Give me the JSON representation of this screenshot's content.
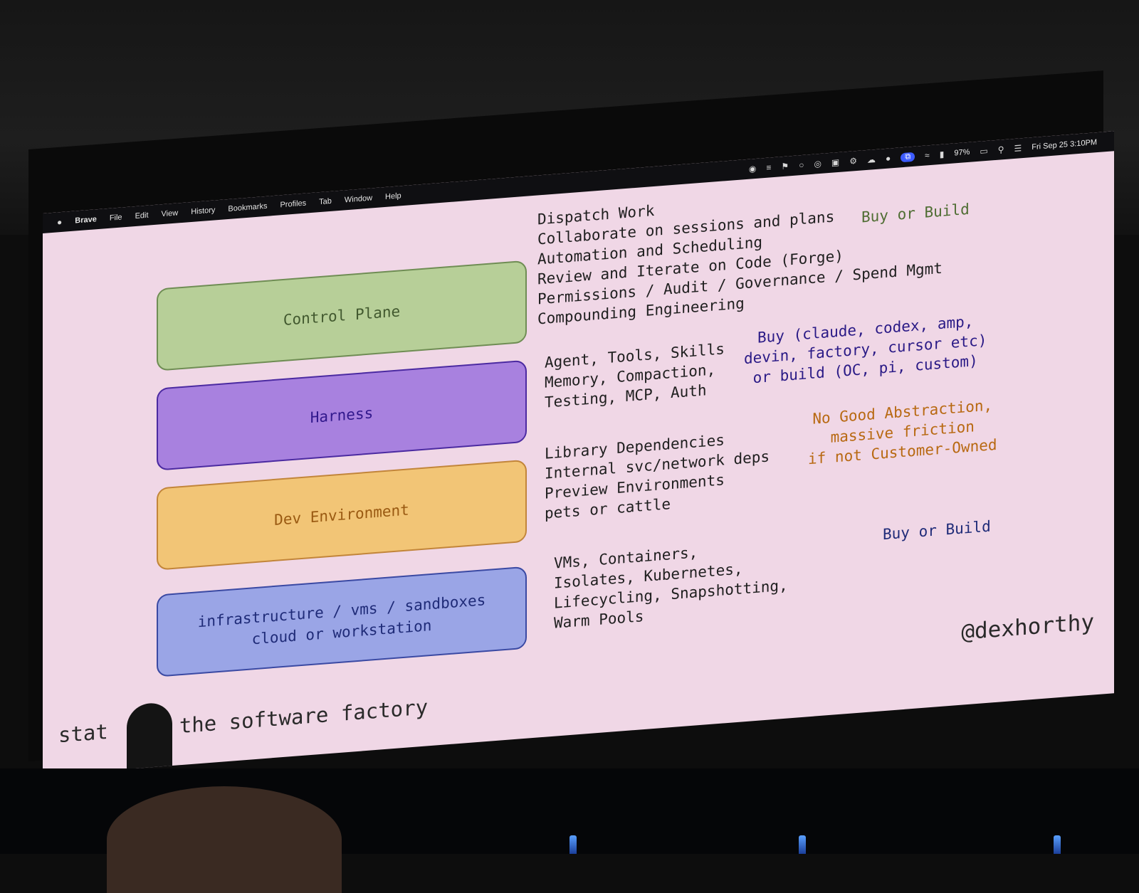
{
  "menubar": {
    "apple_icon": "apple-icon",
    "items": [
      "Brave",
      "File",
      "Edit",
      "View",
      "History",
      "Bookmarks",
      "Profiles",
      "Tab",
      "Window",
      "Help"
    ],
    "status_icons": [
      "status-icon",
      "status-icon",
      "status-icon",
      "status-icon",
      "status-icon",
      "status-icon",
      "status-icon",
      "status-icon",
      "status-icon",
      "screen-share-icon",
      "wifi-icon",
      "bar-icon"
    ],
    "battery_percent": "97%",
    "clock": "Fri Sep 25  3:10PM"
  },
  "layers": [
    {
      "title_lines": [
        "Control Plane"
      ],
      "items": [
        "Dispatch Work",
        "Collaborate on sessions and plans",
        "Automation and Scheduling",
        "Review and Iterate on Code (Forge)",
        "Permissions / Audit / Governance / Spend Mgmt",
        "Compounding Engineering"
      ],
      "note_lines": [
        "Buy or Build"
      ]
    },
    {
      "title_lines": [
        "Harness"
      ],
      "items": [
        "Agent, Tools, Skills",
        "Memory, Compaction,",
        "Testing, MCP, Auth"
      ],
      "note_lines": [
        "Buy (claude, codex, amp,",
        "devin, factory, cursor etc)",
        "or build (OC, pi, custom)"
      ]
    },
    {
      "title_lines": [
        "Dev Environment"
      ],
      "items": [
        "Library Dependencies",
        "Internal svc/network deps",
        "Preview Environments",
        "pets or cattle"
      ],
      "note_lines": [
        "No Good Abstraction,",
        "massive friction",
        "if not Customer-Owned"
      ]
    },
    {
      "title_lines": [
        "infrastructure / vms / sandboxes",
        "cloud or workstation"
      ],
      "items": [
        "VMs, Containers,",
        "Isolates, Kubernetes,",
        "Lifecycling, Snapshotting,",
        "Warm Pools"
      ],
      "note_lines": [
        "Buy or Build"
      ]
    }
  ],
  "footer": {
    "title_visible_start": "stat",
    "title_visible_end": "the software factory",
    "handle": "@dexhorthy"
  }
}
